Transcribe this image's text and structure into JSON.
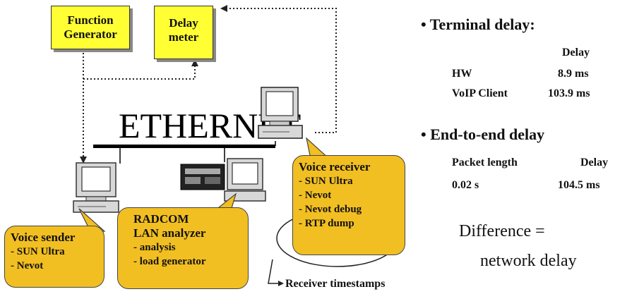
{
  "left": {
    "function_generator": [
      "Function",
      "Generator"
    ],
    "delay_meter": [
      "Delay",
      "meter"
    ],
    "ethernet_label": "ETHERNET",
    "voice_sender": {
      "title": "Voice sender",
      "items": [
        "- SUN Ultra",
        "- Nevot"
      ]
    },
    "radcom": {
      "title": [
        "RADCOM",
        "LAN analyzer"
      ],
      "items": [
        "- analysis",
        "- load generator"
      ]
    },
    "voice_receiver": {
      "title": "Voice receiver",
      "items": [
        "- SUN Ultra",
        "- Nevot",
        "- Nevot debug",
        "- RTP dump"
      ]
    },
    "receiver_timestamps": "Receiver timestamps"
  },
  "right": {
    "terminal": {
      "heading": "• Terminal delay:",
      "col_header": "Delay",
      "rows": [
        {
          "name": "HW",
          "value": "8.9 ms"
        },
        {
          "name": "VoIP Client",
          "value": "103.9 ms"
        }
      ]
    },
    "e2e": {
      "heading": "• End-to-end delay",
      "col_headers": [
        "Packet length",
        "Delay"
      ],
      "row": {
        "length": "0.02 s",
        "delay": "104.5 ms"
      }
    },
    "difference": [
      "Difference =",
      "network delay"
    ]
  }
}
